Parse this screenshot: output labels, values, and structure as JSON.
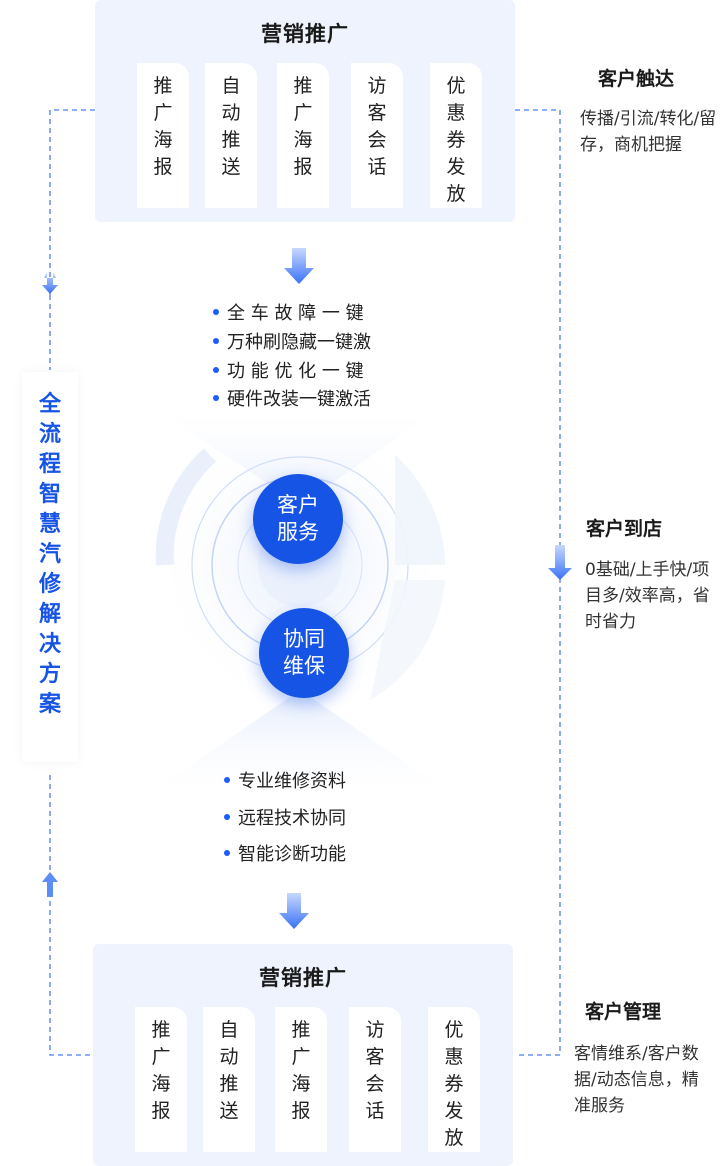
{
  "top_panel": {
    "title": "营销推广",
    "cards": [
      {
        "chars": [
          "推",
          "广",
          "海",
          "报"
        ]
      },
      {
        "chars": [
          "自",
          "动",
          "推",
          "送"
        ]
      },
      {
        "chars": [
          "推",
          "广",
          "海",
          "报"
        ]
      },
      {
        "chars": [
          "访",
          "客",
          "会",
          "话"
        ]
      },
      {
        "chars": [
          "优",
          "惠",
          "券",
          "发",
          "放"
        ]
      }
    ]
  },
  "bottom_panel": {
    "title": "营销推广",
    "cards": [
      {
        "chars": [
          "推",
          "广",
          "海",
          "报"
        ]
      },
      {
        "chars": [
          "自",
          "动",
          "推",
          "送"
        ]
      },
      {
        "chars": [
          "推",
          "广",
          "海",
          "报"
        ]
      },
      {
        "chars": [
          "访",
          "客",
          "会",
          "话"
        ]
      },
      {
        "chars": [
          "优",
          "惠",
          "券",
          "发",
          "放"
        ]
      }
    ]
  },
  "side_sections": [
    {
      "title": "客户触达",
      "desc": "传播/引流/转化/留存，商机把握"
    },
    {
      "title": "客户到店",
      "desc": "0基础/上手快/项目多/效率高，省时省力"
    },
    {
      "title": "客户管理",
      "desc": "客情维系/客户数据/动态信息，精准服务"
    }
  ],
  "vertical_title": [
    "全",
    "流",
    "程",
    "智",
    "慧",
    "汽",
    "修",
    "解",
    "决",
    "方",
    "案"
  ],
  "service_bullets": [
    "全 车 故 障 一 键",
    "万种刷隐藏一键激",
    "功 能 优 化 一 键",
    "硬件改装一键激活"
  ],
  "maintenance_bullets": [
    "专业维修资料",
    "远程技术协同",
    "智能诊断功能"
  ],
  "circle_service": [
    "客户",
    "服务"
  ],
  "circle_maintenance": [
    "协同",
    "维保"
  ],
  "colors": {
    "accent": "#1654e6",
    "panel_bg": "#eef3fd",
    "dashed": "#4a7df0"
  }
}
